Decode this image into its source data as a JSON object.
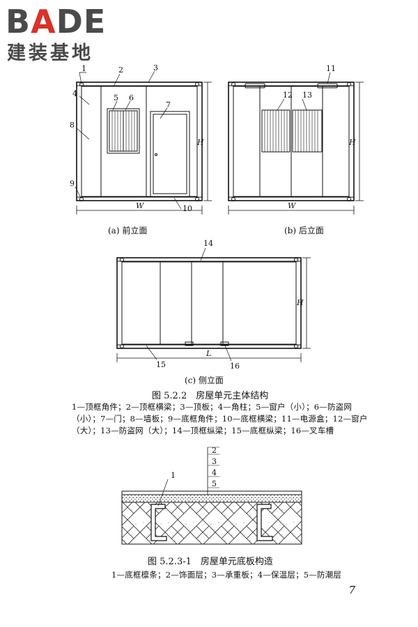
{
  "logo": {
    "wordmark_lead": "B",
    "wordmark_accent": "A",
    "wordmark_tail": "DE",
    "tagline": "建装基地"
  },
  "figure_522": {
    "front": {
      "caption": "(a) 前立面",
      "callouts": [
        "1",
        "2",
        "3",
        "4",
        "5",
        "6",
        "7",
        "8",
        "9",
        "10"
      ],
      "dim_w": "W",
      "dim_h": "H"
    },
    "back": {
      "caption": "(b) 后立面",
      "callouts": [
        "11",
        "12",
        "13"
      ],
      "dim_w": "W",
      "dim_h": "H"
    },
    "side": {
      "caption": "(c) 侧立面",
      "callouts": [
        "14",
        "15",
        "16"
      ],
      "dim_l": "L",
      "dim_h": "H"
    },
    "title": "图 5.2.2　房屋单元主体结构",
    "legend": [
      "1—顶框角件；2—顶框横梁；3—顶板；4—角柱；5—窗户（小）；6—防盗网",
      "（小）；7—门；8—墙板；9—底框角件；10—底框横梁；11—电源盒；12—窗户",
      "（大）；13—防盗网（大）；14—顶框纵梁；15—底框纵梁；16—叉车槽"
    ]
  },
  "figure_5231": {
    "callouts": [
      "1",
      "2",
      "3",
      "4",
      "5"
    ],
    "title": "图 5.2.3-1　房屋单元底板构造",
    "legend": "1—底框檩条；2—饰面层；3—承重板；4—保温层；5—防潮层"
  },
  "page_number": "7"
}
